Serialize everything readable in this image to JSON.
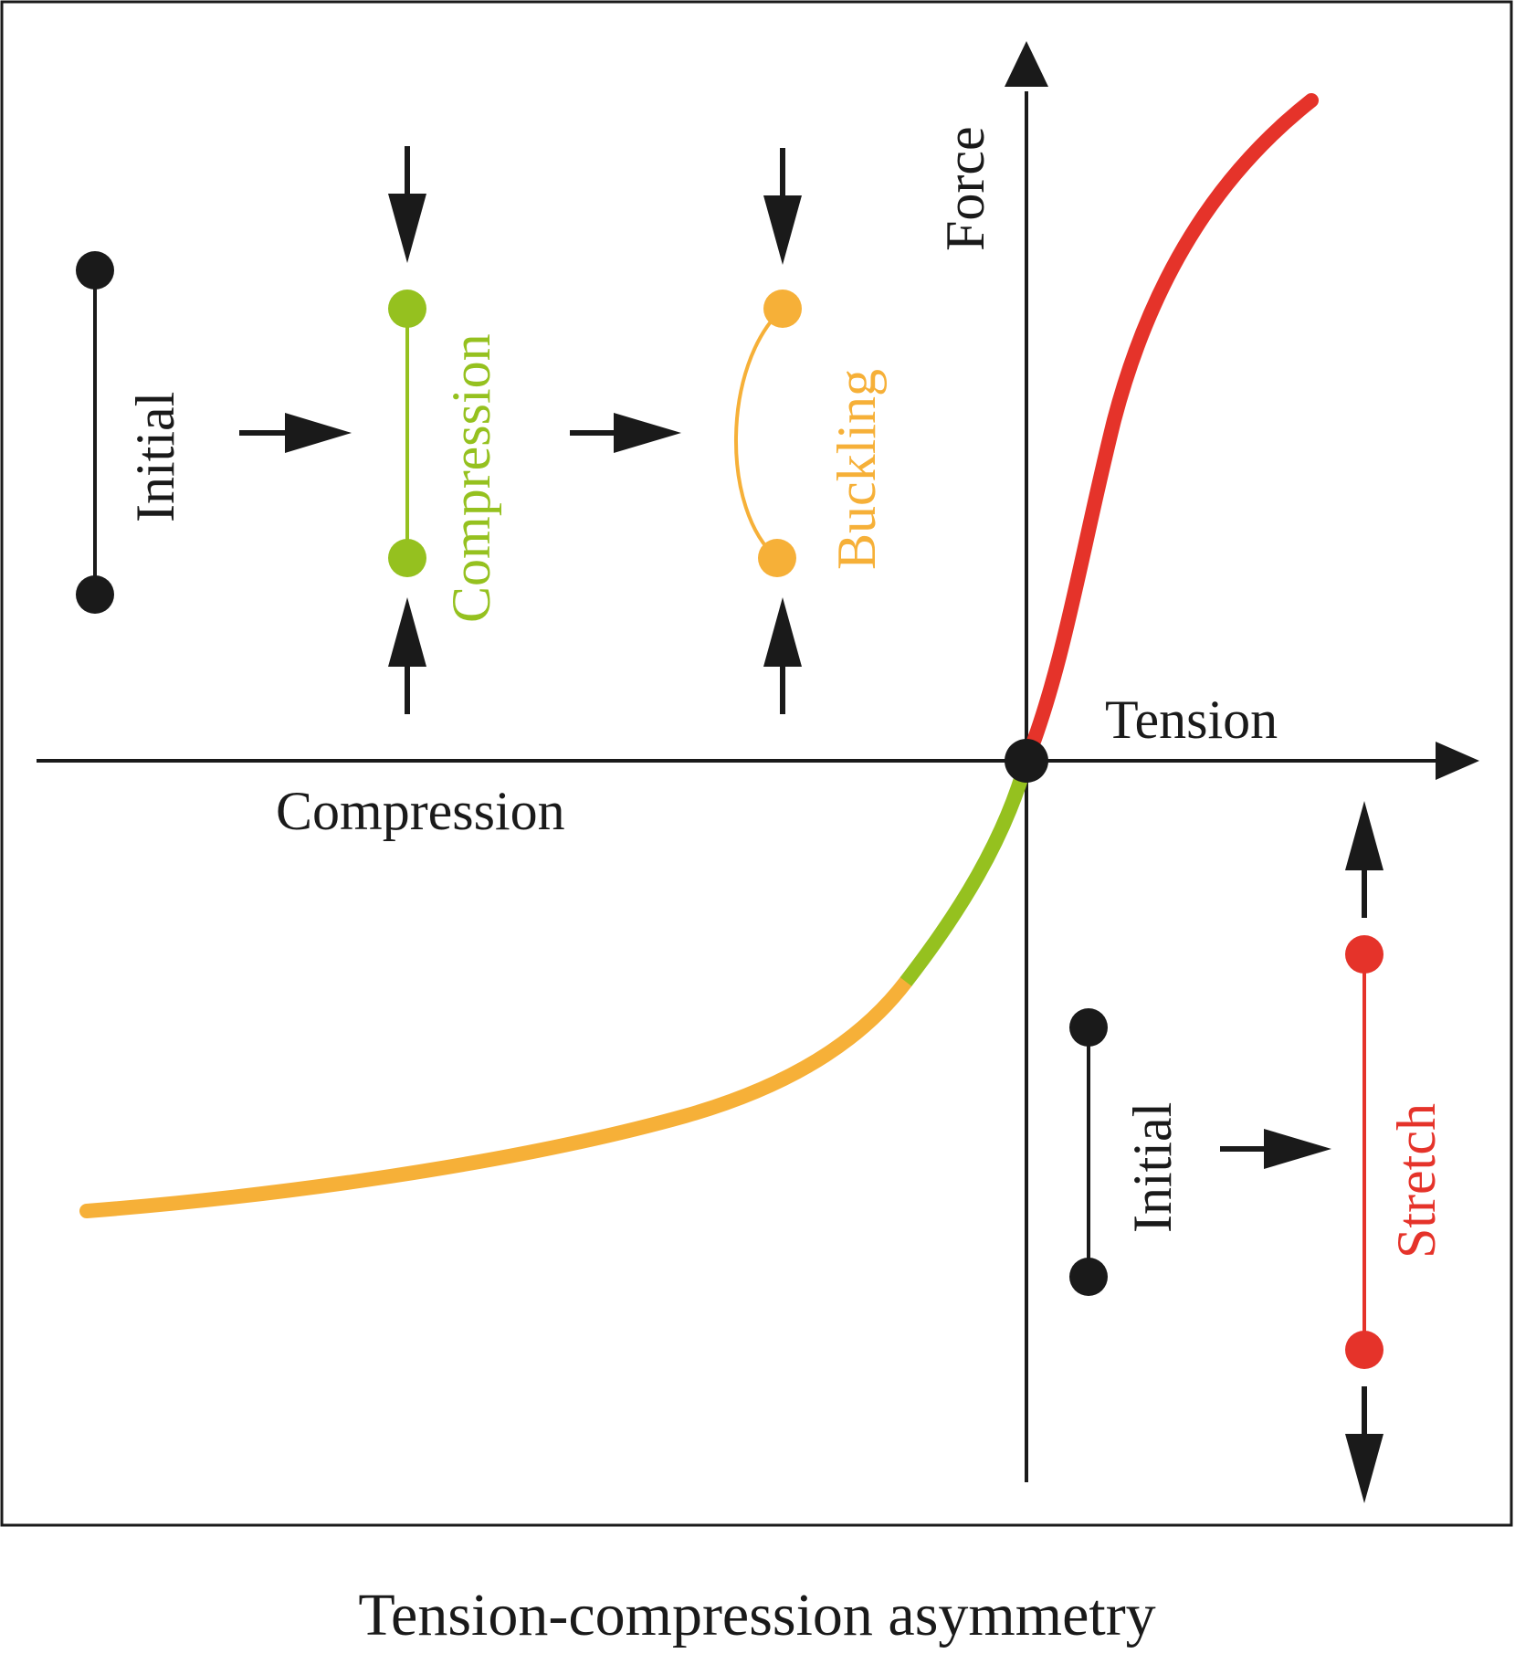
{
  "caption": "Tension-compression asymmetry",
  "axes": {
    "y_label": "Force",
    "x_positive_label": "Tension",
    "x_negative_label": "Compression"
  },
  "states": {
    "initial_compression_side": "Initial",
    "compression": "Compression",
    "buckling": "Buckling",
    "initial_tension_side": "Initial",
    "stretch": "Stretch"
  },
  "colors": {
    "ink": "#1a1a1a",
    "compression": "#95c11f",
    "buckling": "#f6b038",
    "stretch": "#e5332a"
  },
  "curve_segments": [
    {
      "regime": "buckling",
      "color": "#f6b038"
    },
    {
      "regime": "compression",
      "color": "#95c11f"
    },
    {
      "regime": "tension",
      "color": "#e5332a"
    }
  ]
}
